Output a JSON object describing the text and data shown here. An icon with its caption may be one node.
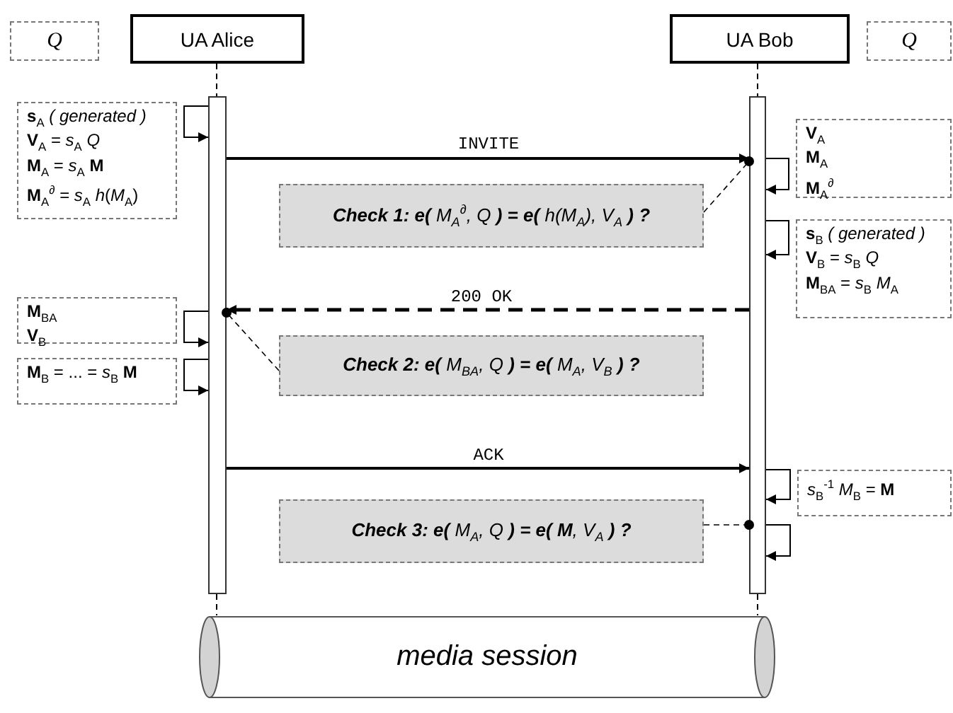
{
  "diagram": {
    "nodes": [
      {
        "text": [
          "*Q*"
        ]
      },
      {
        "text": [
          "UA Alice"
        ]
      },
      {
        "text": [
          "UA Bob"
        ]
      },
      {
        "text": [
          "*Q*"
        ]
      },
      {
        "text": [],
        "shape": "bar"
      },
      {
        "text": [],
        "shape": "bar"
      },
      {
        "text": [
          "**s**$_{A}$ *( generated )*",
          "**V**$_{A}$ = *s*$_{A}$ *Q*",
          "**M**$_{A}$ = *s*$_{A}$ **M**",
          "**M**$_{A}$$^{∂}$ = *s*$_{A}$ *h*(*M*$_{A}$)"
        ]
      },
      {
        "text": [
          "**V**$_{A}$",
          "**M**$_{A}$",
          "**M**$_{A}$$^{∂}$"
        ]
      },
      {
        "text": [
          "**Check 1:  e(** *M*$_{A}$$^{∂}$, *Q* **) = e(** *h*(*M*$_{A}$), *V*$_{A}$ **) ?**"
        ]
      },
      {
        "text": [
          "**s**$_{B}$ *( generated )*",
          "**V**$_{B}$ = *s*$_{B}$ *Q*",
          "**M**$_{BA}$ = *s*$_{B}$ *M*$_{A}$"
        ]
      },
      {
        "text": [
          "**M**$_{BA}$",
          "**V**$_{B}$"
        ]
      },
      {
        "text": [
          "**Check 2:  e(** *M*$_{BA}$, *Q* **) = e(** *M*$_{A}$, *V*$_{B}$ **) ?**"
        ]
      },
      {
        "text": [
          "**M**$_{B}$ = ... = *s*$_{B}$ **M**"
        ]
      },
      {
        "text": [
          "*s*$_{B}$$^{-1}$ *M*$_{B}$ = **M**"
        ]
      },
      {
        "text": [
          "**Check 3:  e(** *M*$_{A}$, *Q* **) = e( M**, *V*$_{A}$ **) ?**"
        ]
      },
      {
        "text": [
          "media session"
        ]
      }
    ],
    "edges": [
      {
        "from": 1,
        "to": 4,
        "arrow": "none",
        "style": "dashed"
      },
      {
        "from": 2,
        "to": 5,
        "arrow": "none",
        "style": "dashed"
      },
      {
        "from": 4,
        "to": 4,
        "arrow": "to"
      },
      {
        "from": 4,
        "to": 5,
        "arrow": "to",
        "label": "INVITE"
      },
      {
        "from": 5,
        "to": 5,
        "arrow": "to"
      },
      {
        "from": 8,
        "to": 5,
        "arrow": "other",
        "style": "dashed"
      },
      {
        "from": 5,
        "to": 5,
        "arrow": "to"
      },
      {
        "from": 5,
        "to": 4,
        "arrow": "to",
        "label": "200 OK",
        "style": "dashed"
      },
      {
        "from": 11,
        "to": 4,
        "arrow": "other",
        "style": "dashed"
      },
      {
        "from": 4,
        "to": 4,
        "arrow": "to"
      },
      {
        "from": 4,
        "to": 4,
        "arrow": "to"
      },
      {
        "from": 4,
        "to": 5,
        "arrow": "to",
        "label": "ACK"
      },
      {
        "from": 5,
        "to": 5,
        "arrow": "to"
      },
      {
        "from": 14,
        "to": 5,
        "arrow": "other",
        "style": "dashed"
      },
      {
        "from": 5,
        "to": 5,
        "arrow": "to"
      },
      {
        "from": 4,
        "to": 15,
        "arrow": "none",
        "style": "dashed"
      },
      {
        "from": 5,
        "to": 15,
        "arrow": "none",
        "style": "dashed"
      }
    ]
  }
}
